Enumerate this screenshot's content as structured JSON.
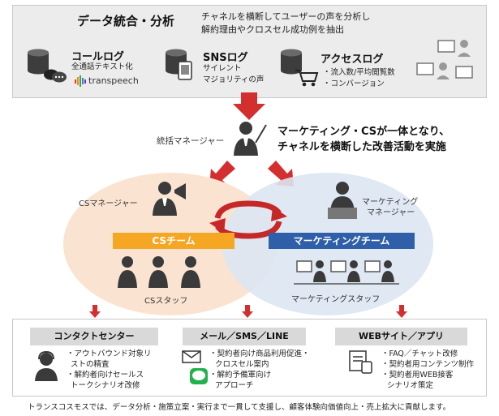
{
  "top": {
    "title": "データ統合・分析",
    "desc_line1": "チャネルを横断してユーザーの声を分析し",
    "desc_line2": "解約理由やクロスセル成功例を抽出",
    "call_log": {
      "label": "コールログ",
      "sub": "全通話テキスト化",
      "brand": "transpeech"
    },
    "sns_log": {
      "label": "SNSログ",
      "sub1": "サイレント",
      "sub2": "マジョリティの声"
    },
    "access_log": {
      "label": "アクセスログ",
      "sub1": "・流入数/平均閲覧数",
      "sub2": "・コンバージョン"
    }
  },
  "manager": {
    "label": "統括マネージャー",
    "line1": "マーケティング・CSが一体となり、",
    "line2": "チャネルを横断した改善活動を実施"
  },
  "cs": {
    "manager_label": "CSマネージャー",
    "team": "CSチーム",
    "staff": "CSスタッフ"
  },
  "marketing": {
    "manager_line1": "マーケティング",
    "manager_line2": "マネージャー",
    "team": "マーケティングチーム",
    "staff": "マーケティングスタッフ"
  },
  "channels": [
    {
      "title": "コンタクトセンター",
      "items": [
        "・アウトバウンド対象リ",
        "ストの精査",
        "・解約者向けセールス",
        "トークシナリオ改修"
      ]
    },
    {
      "title": "メール／SMS／LINE",
      "items": [
        "・契約者向け商品利用促進・",
        "クロスセル案内",
        "・解約予備軍向け",
        "アプローチ"
      ]
    },
    {
      "title": "WEBサイト／アプリ",
      "items": [
        "・FAQ／チャット改修",
        "・契約者用コンテンツ制作",
        "・契約者用WEB接客",
        "シナリオ策定"
      ]
    }
  ],
  "footer": "トランスコスモスでは、データ分析・施策立案・実行まで一貫して支援し、顧客体験向価値向上・売上拡大に貢献します。",
  "colors": {
    "red": "#d32f2f",
    "orange": "#f5a623",
    "blue": "#2e5fa8",
    "cs_circle": "#fbe3d1",
    "mk_circle": "#dce6f2"
  }
}
